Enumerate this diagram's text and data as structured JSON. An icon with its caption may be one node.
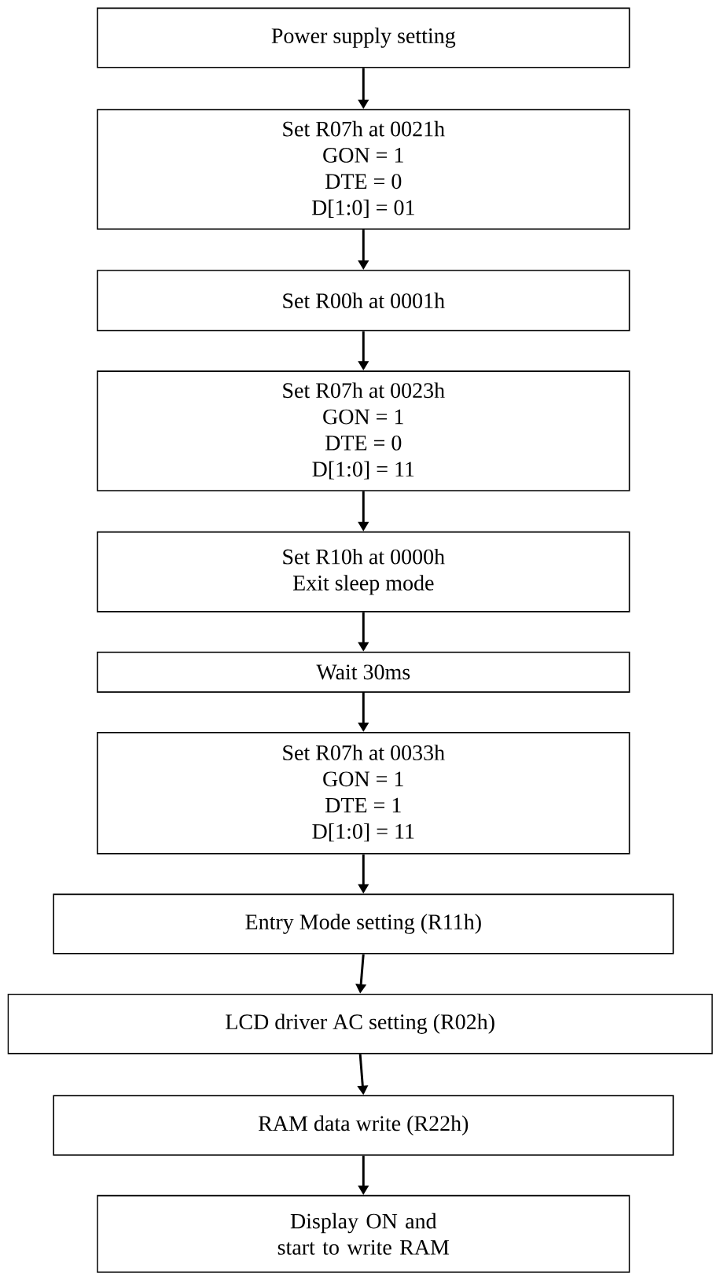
{
  "diagram": {
    "nodes": [
      {
        "text": [
          "Power supply setting"
        ]
      },
      {
        "text": [
          "Set R07h at 0021h",
          "GON = 1",
          "DTE = 0",
          "D[1:0] = 01"
        ]
      },
      {
        "text": [
          "Set R00h at 0001h"
        ]
      },
      {
        "text": [
          "Set R07h at 0023h",
          "GON = 1",
          "DTE = 0",
          "D[1:0] = 11"
        ]
      },
      {
        "text": [
          "Set R10h at 0000h",
          "Exit sleep mode"
        ]
      },
      {
        "text": [
          "Wait 30ms"
        ]
      },
      {
        "text": [
          "Set R07h at 0033h",
          "GON = 1",
          "DTE = 1",
          "D[1:0] = 11"
        ]
      },
      {
        "text": [
          "Entry Mode setting (R11h)"
        ]
      },
      {
        "text": [
          "LCD driver AC setting (R02h)"
        ]
      },
      {
        "text": [
          "RAM data write (R22h)"
        ]
      },
      {
        "text": [
          "Display ON and start to write RAM"
        ]
      }
    ],
    "edges": [
      {
        "from": 0,
        "to": 1,
        "arrow": "to"
      },
      {
        "from": 1,
        "to": 2,
        "arrow": "to"
      },
      {
        "from": 2,
        "to": 3,
        "arrow": "to"
      },
      {
        "from": 3,
        "to": 4,
        "arrow": "to"
      },
      {
        "from": 4,
        "to": 5,
        "arrow": "to"
      },
      {
        "from": 5,
        "to": 6,
        "arrow": "to"
      },
      {
        "from": 6,
        "to": 7,
        "arrow": "to"
      },
      {
        "from": 7,
        "to": 8,
        "arrow": "to"
      },
      {
        "from": 8,
        "to": 9,
        "arrow": "to"
      },
      {
        "from": 9,
        "to": 10,
        "arrow": "to"
      }
    ]
  }
}
